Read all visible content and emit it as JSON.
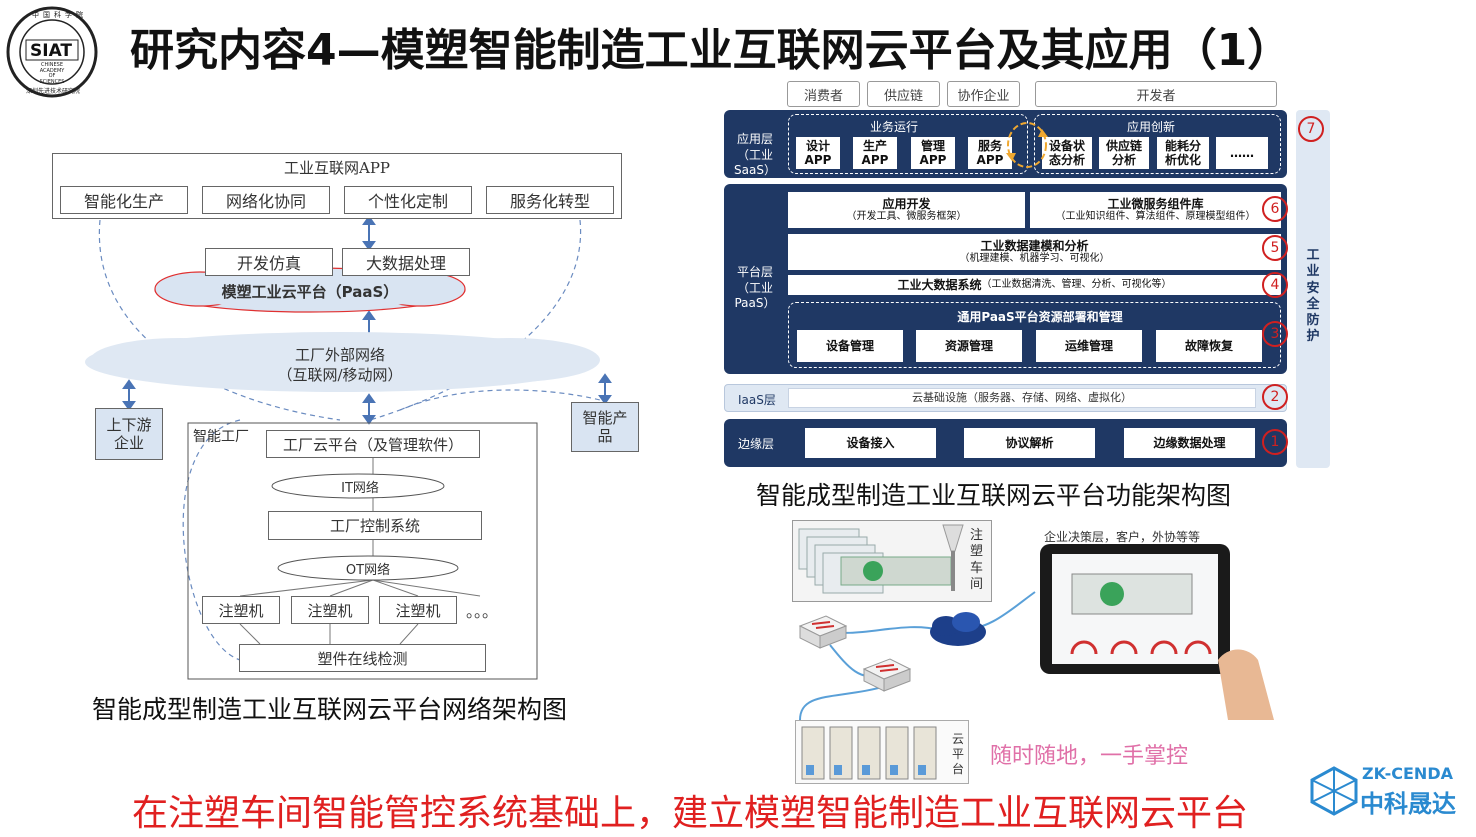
{
  "title": "研究内容4—模塑智能制造工业互联网云平台及其应用（1）",
  "logo": {
    "text": "SIAT",
    "ring_top": "中国科学院",
    "ring_bottom": "深圳先进技术研究院",
    "inner": "CHINESE ACADEMY OF SCIENCES"
  },
  "bottom_text": "在注塑车间智能管控系统基础上，建立模塑智能制造工业互联网云平台",
  "brand": {
    "name": "中科晟达",
    "en": "ZK-CENDA"
  },
  "network": {
    "caption": "智能成型制造工业互联网云平台网络架构图",
    "app_title": "工业互联网APP",
    "apps": [
      "智能化生产",
      "网络化协同",
      "个性化定制",
      "服务化转型"
    ],
    "dev": "开发仿真",
    "bigdata": "大数据处理",
    "paas": "模塑工业云平台（PaaS）",
    "external_net_1": "工厂外部网络",
    "external_net_2": "（互联网/移动网）",
    "upstream": "上下游企业",
    "product": "智能产品",
    "factory_label": "智能工厂",
    "factory_cloud": "工厂云平台（及管理软件）",
    "it_net": "IT网络",
    "control": "工厂控制系统",
    "ot_net": "OT网络",
    "machines": [
      "注塑机",
      "注塑机",
      "注塑机"
    ],
    "dots": "。。。",
    "inspection": "塑件在线检测"
  },
  "function": {
    "caption": "智能成型制造工业互联网云平台功能架构图",
    "users": [
      "消费者",
      "供应链",
      "协作企业",
      "开发者"
    ],
    "saas_label": "应用层（工业SaaS）",
    "biz_run": "业务运行",
    "app_innov": "应用创新",
    "saas_apps": [
      "设计APP",
      "生产APP",
      "管理APP",
      "服务APP",
      "设备状态分析",
      "供应链分析",
      "能耗分析优化",
      "……"
    ],
    "paas_label": "平台层（工业PaaS）",
    "app_dev": "应用开发",
    "app_dev_sub": "（开发工具、微服务框架）",
    "micro": "工业微服务组件库",
    "micro_sub": "（工业知识组件、算法组件、原理模型组件）",
    "modeling": "工业数据建模和分析",
    "modeling_sub": "（机理建模、机器学习、可视化）",
    "bigdata_sys": "工业大数据系统",
    "bigdata_sub": "（工业数据清洗、管理、分析、可视化等）",
    "general": "通用PaaS平台资源部署和管理",
    "mgmt": [
      "设备管理",
      "资源管理",
      "运维管理",
      "故障恢复"
    ],
    "iaas_label": "IaaS层",
    "iaas": "云基础设施（服务器、存储、网络、虚拟化）",
    "edge_label": "边缘层",
    "edge": [
      "设备接入",
      "协议解析",
      "边缘数据处理"
    ],
    "security": "工业安全防护",
    "nums": [
      "7",
      "6",
      "5",
      "4",
      "3",
      "2",
      "1"
    ]
  },
  "photo": {
    "workshop": "注塑车间",
    "decision": "企业决策层，客户，外协等等",
    "cloud": "云平台",
    "slogan": "随时随地，一手掌控"
  }
}
